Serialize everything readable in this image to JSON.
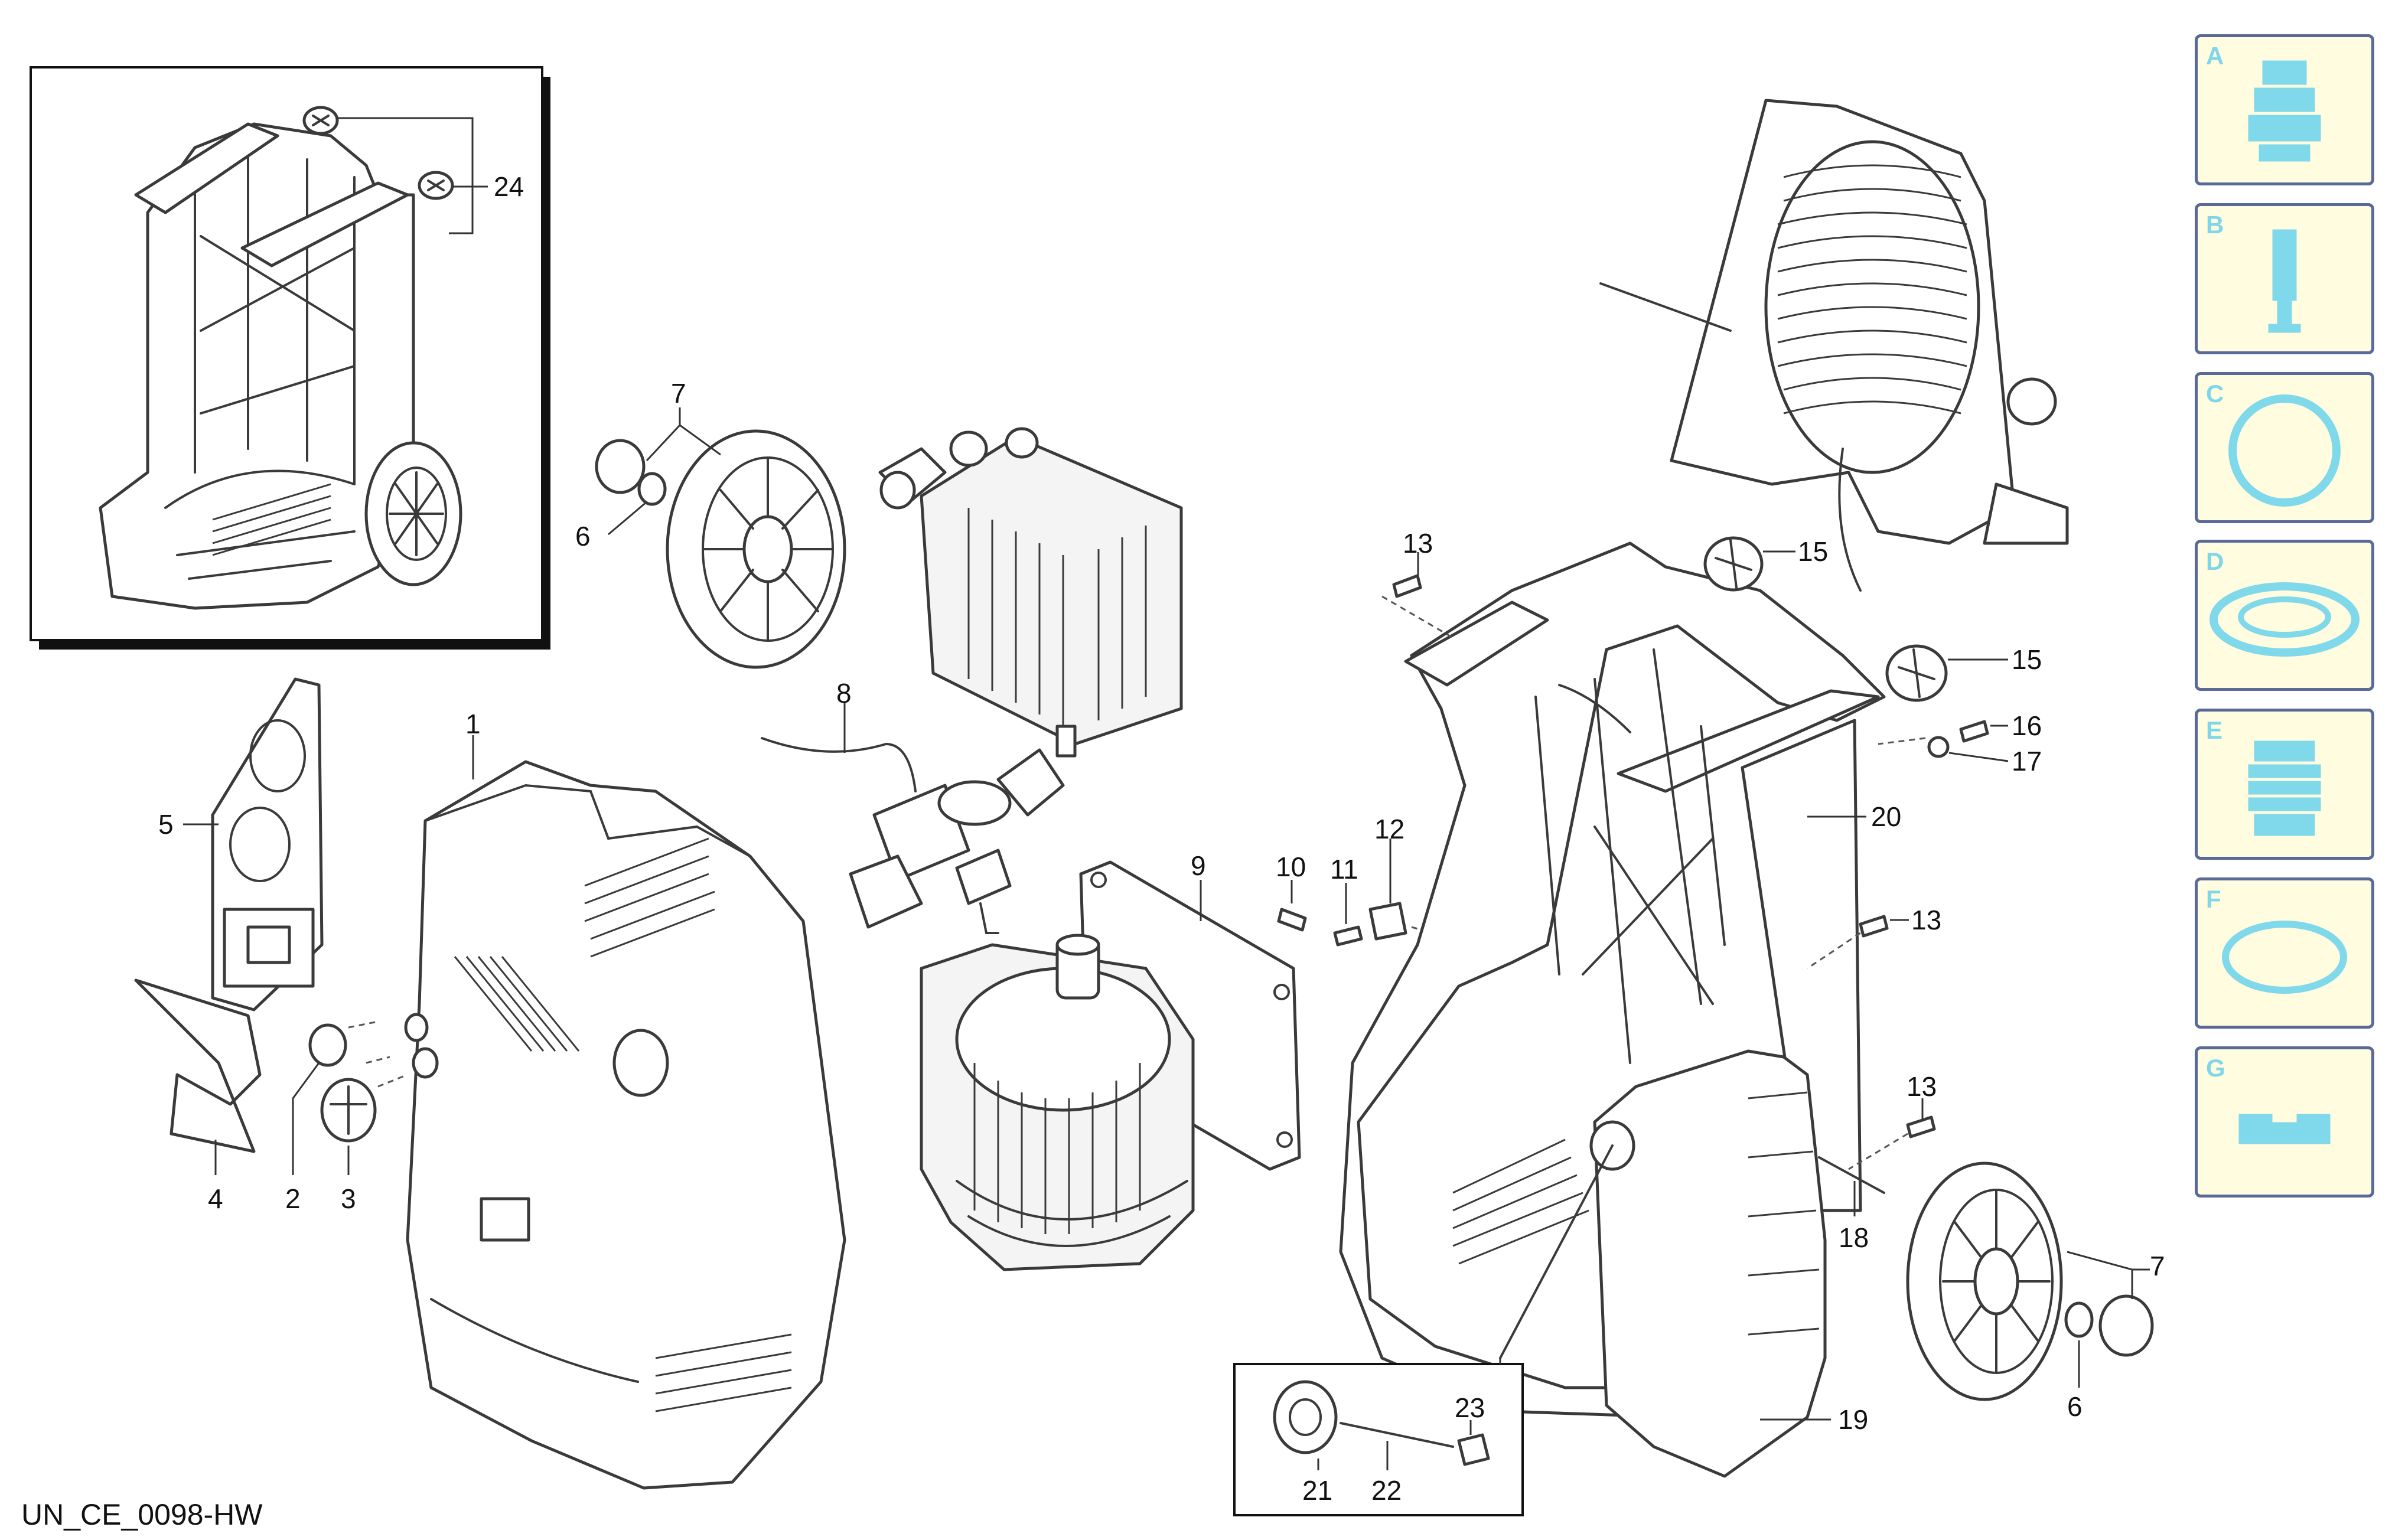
{
  "diagram": {
    "callouts": {
      "c1": "1",
      "c2": "2",
      "c3": "3",
      "c4": "4",
      "c5": "5",
      "c6a": "6",
      "c6b": "6",
      "c7a": "7",
      "c7b": "7",
      "c8": "8",
      "c9": "9",
      "c10": "10",
      "c11": "11",
      "c12": "12",
      "c13a": "13",
      "c13b": "13",
      "c13c": "13",
      "c15a": "15",
      "c15b": "15",
      "c16": "16",
      "c17": "17",
      "c18": "18",
      "c19": "19",
      "c20": "20",
      "c21": "21",
      "c22": "22",
      "c23": "23",
      "c24": "24"
    }
  },
  "panel": {
    "cards": [
      {
        "letter": "A",
        "icon": "quick-coupling-icon"
      },
      {
        "letter": "B",
        "icon": "nozzle-insert-icon"
      },
      {
        "letter": "C",
        "icon": "o-ring-large-icon"
      },
      {
        "letter": "D",
        "icon": "seal-ring-icon"
      },
      {
        "letter": "E",
        "icon": "threaded-adapter-icon"
      },
      {
        "letter": "F",
        "icon": "o-ring-small-icon"
      },
      {
        "letter": "G",
        "icon": "gasket-plate-icon"
      }
    ]
  },
  "footer": {
    "code": "UN_CE_0098-HW"
  }
}
